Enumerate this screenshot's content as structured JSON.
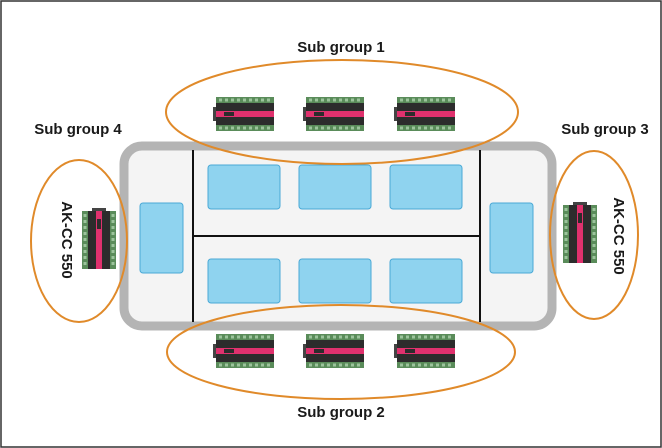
{
  "labels": {
    "sub_group_1": "Sub group 1",
    "sub_group_2": "Sub group 2",
    "sub_group_3": "Sub group 3",
    "sub_group_4": "Sub group 4",
    "controller_left": "AK-CC 550",
    "controller_right": "AK-CC 550"
  },
  "colors": {
    "ellipse": "#e08a2a",
    "case_frame": "#b4b4b4",
    "case_fill": "#f4f4f4",
    "display": "#8fd3ef",
    "display_border": "#4aa9d6",
    "divider": "#111111",
    "controller_body": "#2c2c2c",
    "controller_stripe": "#e0316e",
    "terminal": "#5a8c5a",
    "border": "#333333"
  },
  "icons": [
    "controller-module-icon"
  ]
}
